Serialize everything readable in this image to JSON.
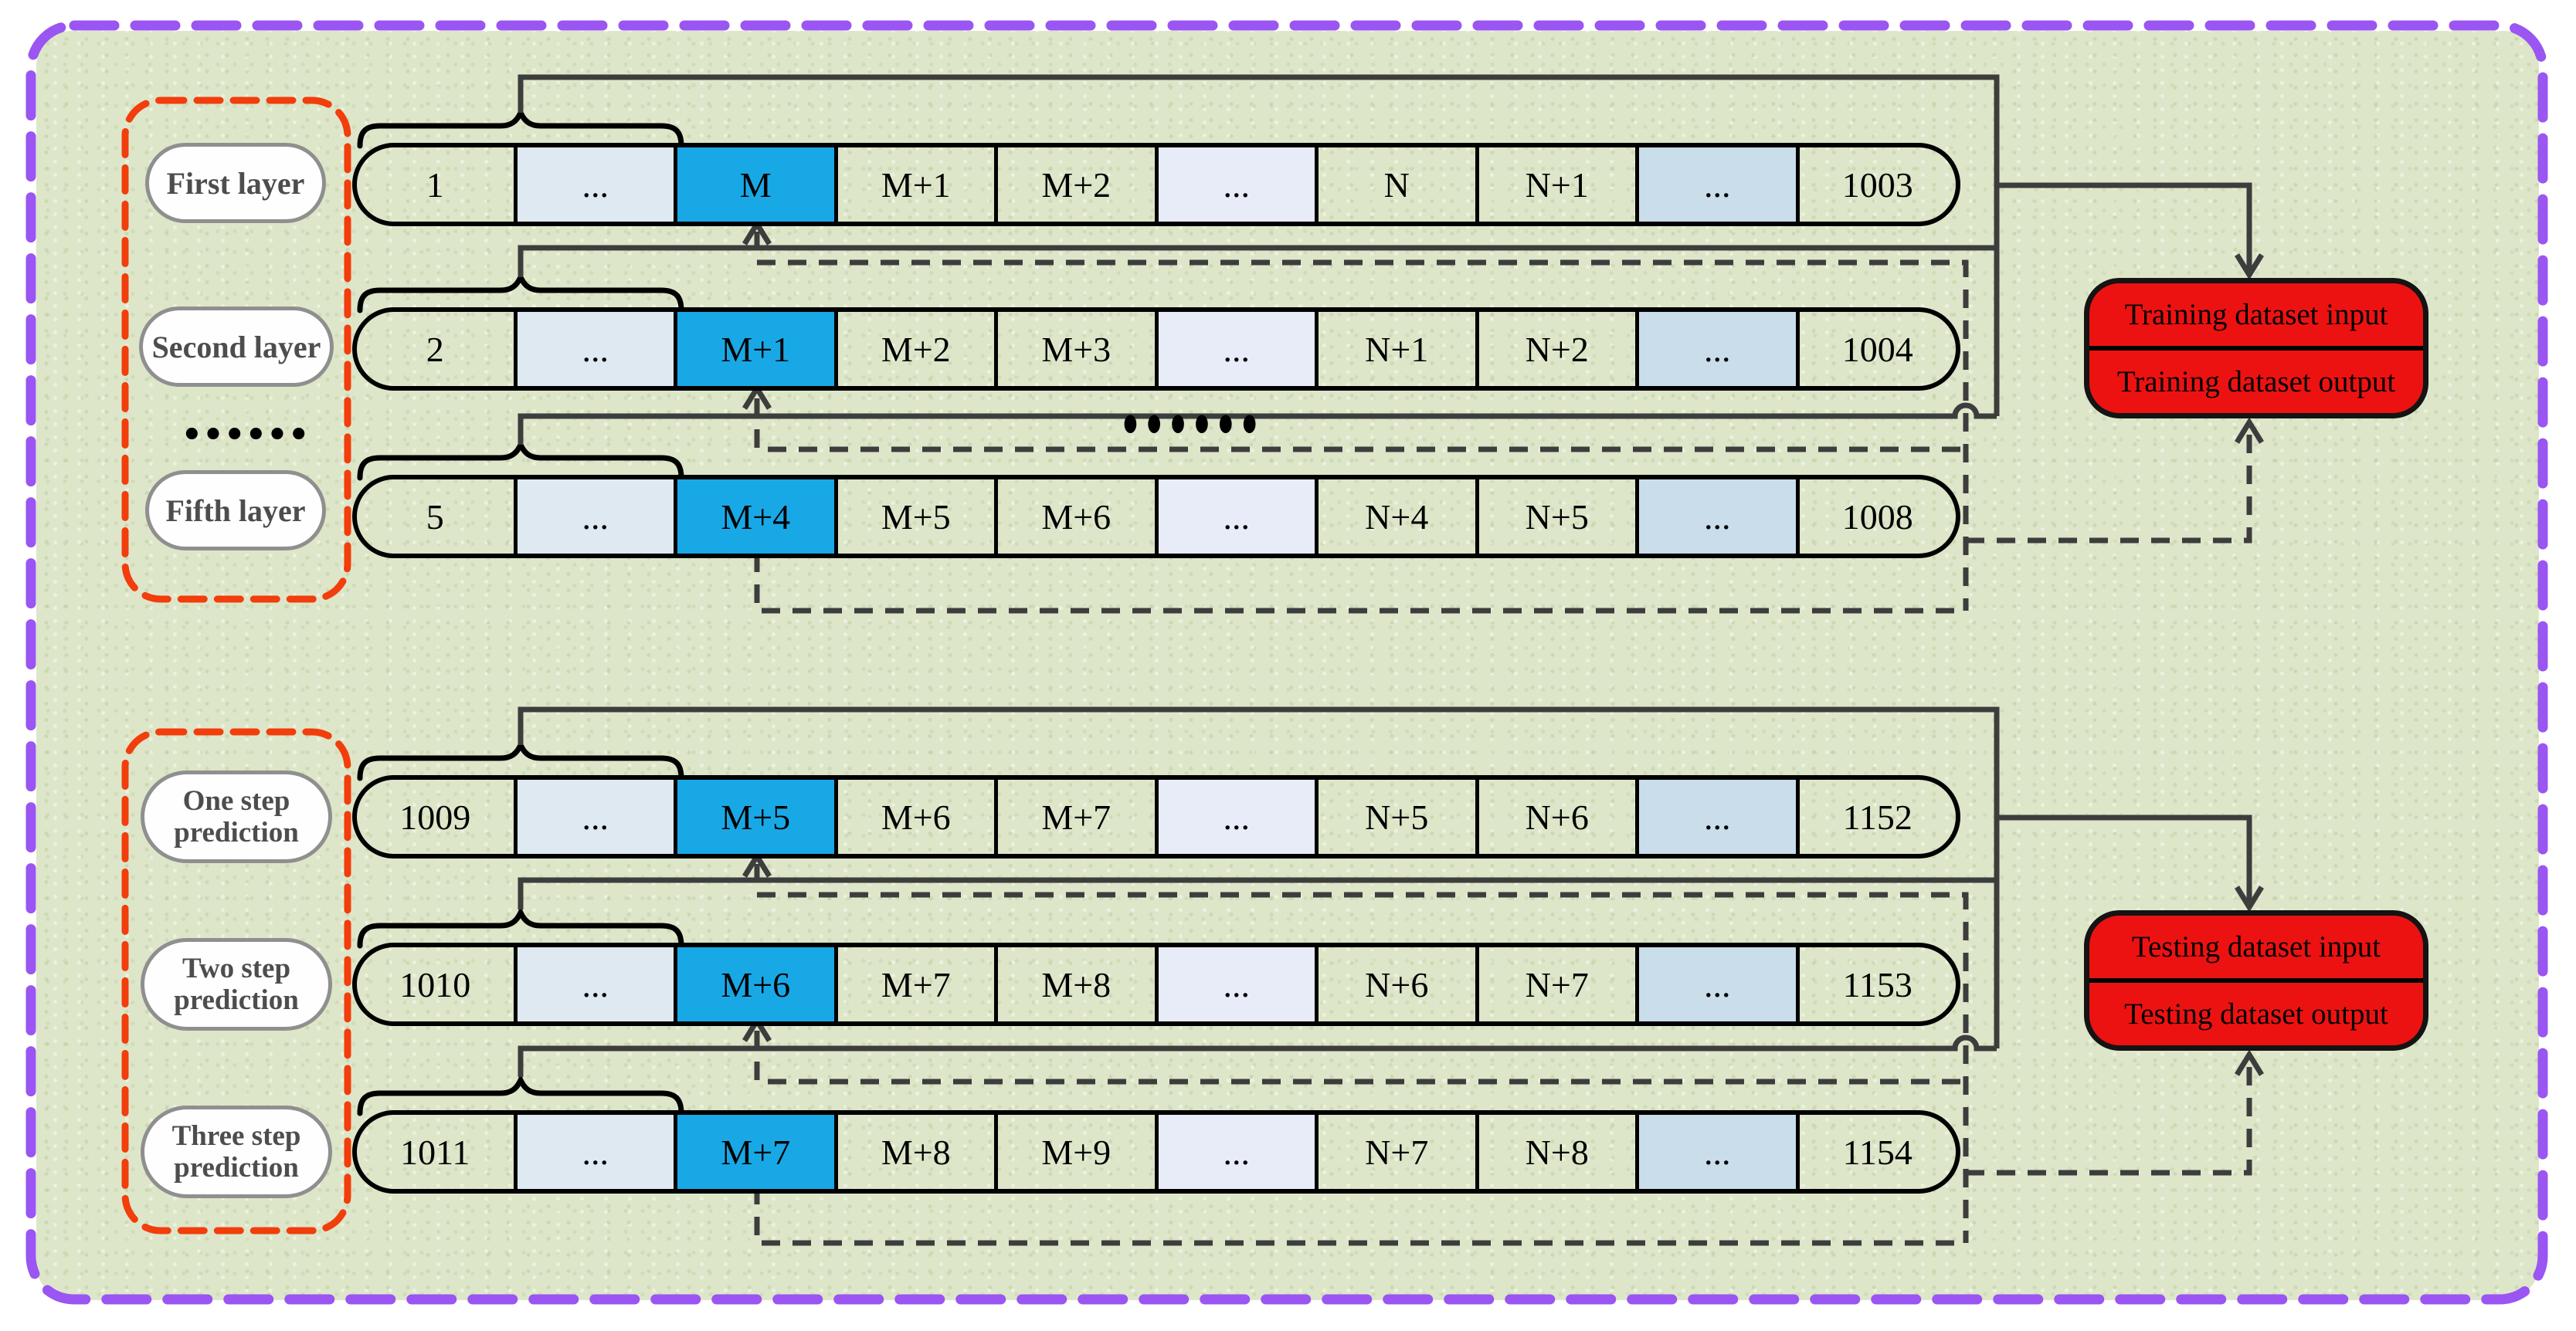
{
  "colors": {
    "board_bg": "#dde6c9",
    "outer_border": "#9a55f2",
    "group_border": "#f23d0c",
    "oval_border": "#8f8f8f",
    "oval_text": "#4d4d4d",
    "cell_highlight": "#19a8e6",
    "tint_a": "#dfe9f1",
    "tint_b": "#e7ecf8",
    "tint_c": "#c9ddeb",
    "dataset_box": "#ed1212",
    "connector": "#3d3d3d",
    "row_border": "#000000"
  },
  "cell_style_map": {
    "highlight_index": 2,
    "tints": {
      "1": "tint_a",
      "5": "tint_b",
      "8": "tint_c"
    }
  },
  "top_section": {
    "layer_labels": [
      "First layer",
      "Second layer",
      "Fifth layer"
    ],
    "layer_gap_dots": "••••••",
    "between_rows_dots": "••••••",
    "rows": [
      {
        "cells": [
          "1",
          "...",
          "M",
          "M+1",
          "M+2",
          "...",
          "N",
          "N+1",
          "...",
          "1003"
        ]
      },
      {
        "cells": [
          "2",
          "...",
          "M+1",
          "M+2",
          "M+3",
          "...",
          "N+1",
          "N+2",
          "...",
          "1004"
        ]
      },
      {
        "cells": [
          "5",
          "...",
          "M+4",
          "M+5",
          "M+6",
          "...",
          "N+4",
          "N+5",
          "...",
          "1008"
        ]
      }
    ],
    "dataset_box": {
      "input": "Training dataset input",
      "output": "Training dataset output"
    }
  },
  "bottom_section": {
    "step_labels": [
      [
        "One step",
        "prediction"
      ],
      [
        "Two step",
        "prediction"
      ],
      [
        "Three step",
        "prediction"
      ]
    ],
    "rows": [
      {
        "cells": [
          "1009",
          "...",
          "M+5",
          "M+6",
          "M+7",
          "...",
          "N+5",
          "N+6",
          "...",
          "1152"
        ]
      },
      {
        "cells": [
          "1010",
          "...",
          "M+6",
          "M+7",
          "M+8",
          "...",
          "N+6",
          "N+7",
          "...",
          "1153"
        ]
      },
      {
        "cells": [
          "1011",
          "...",
          "M+7",
          "M+8",
          "M+9",
          "...",
          "N+7",
          "N+8",
          "...",
          "1154"
        ]
      }
    ],
    "dataset_box": {
      "input": "Testing dataset input",
      "output": "Testing dataset output"
    }
  }
}
